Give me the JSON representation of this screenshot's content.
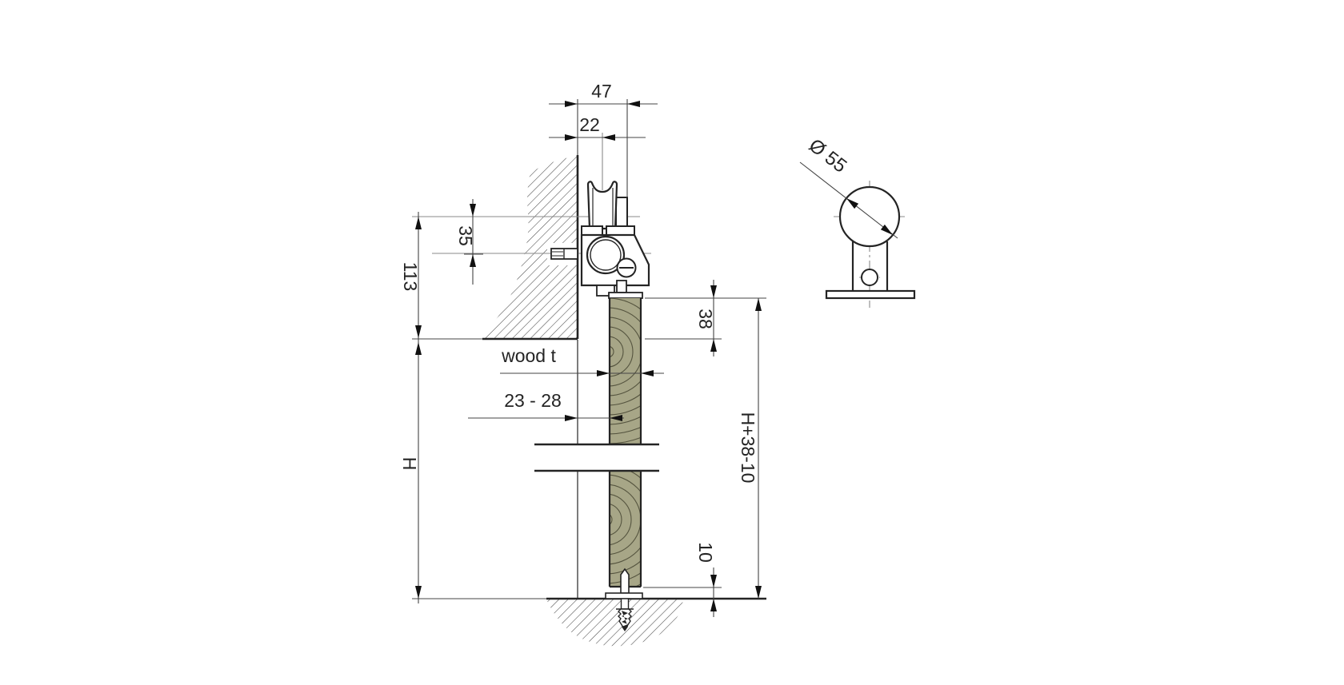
{
  "drawing": {
    "type": "technical-installation-drawing",
    "main_view": {
      "dimensions": {
        "top_width": "47",
        "wall_to_groove": "22",
        "axle_to_bolt": "35",
        "axle_to_wall_bottom": "113",
        "door_top_inset": "38",
        "wood_thickness_label": "wood t",
        "wall_to_door": "23 - 28",
        "height_label": "H",
        "door_height_formula": "H+38-10",
        "floor_clearance": "10"
      }
    },
    "detail_view": {
      "roller_diameter": "Ø 55"
    },
    "colors": {
      "line": "#242424",
      "dimension_line": "#444444",
      "centerline": "#8a8a8a",
      "hatch": "#4a4a4a",
      "wood_fill": "#a7a687",
      "wood_ring": "#55543f",
      "background": "#ffffff"
    }
  }
}
